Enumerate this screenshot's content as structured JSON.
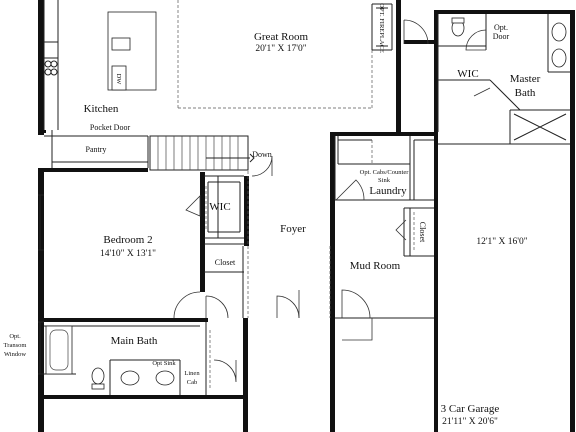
{
  "rooms": {
    "great_room": {
      "name": "Great Room",
      "dim": "20'1\" X 17'0\""
    },
    "kitchen": {
      "name": "Kitchen"
    },
    "pocket_door": "Pocket Door",
    "pantry": "Pantry",
    "down": "Down",
    "wic_master": "WIC",
    "wic_bed2": "WIC",
    "master_bath": {
      "line1": "Master",
      "line2": "Bath"
    },
    "opt_door": {
      "line1": "Opt.",
      "line2": "Door"
    },
    "opt_fireplace": "OPT. FIREPLACE",
    "dw": "DW",
    "opt_cabs": {
      "line1": "Opt. Cabs/Counter",
      "line2": "Sink"
    },
    "laundry": "Laundry",
    "closet_mud": "Closet",
    "foyer": "Foyer",
    "bedroom2": {
      "name": "Bedroom 2",
      "dim": "14'10\" X 13'1\""
    },
    "closet_bed2": "Closet",
    "mud_room": "Mud Room",
    "garage_dim_upper": "12'1\" X 16'0\"",
    "main_bath": "Main Bath",
    "opt_sink": "Opt Sink",
    "linen_cab": {
      "line1": "Linen",
      "line2": "Cab"
    },
    "transom": {
      "line1": "Opt.",
      "line2": "Transom",
      "line3": "Window"
    },
    "garage": {
      "name": "3 Car Garage",
      "dim": "21'11\" X 20'6\""
    }
  }
}
